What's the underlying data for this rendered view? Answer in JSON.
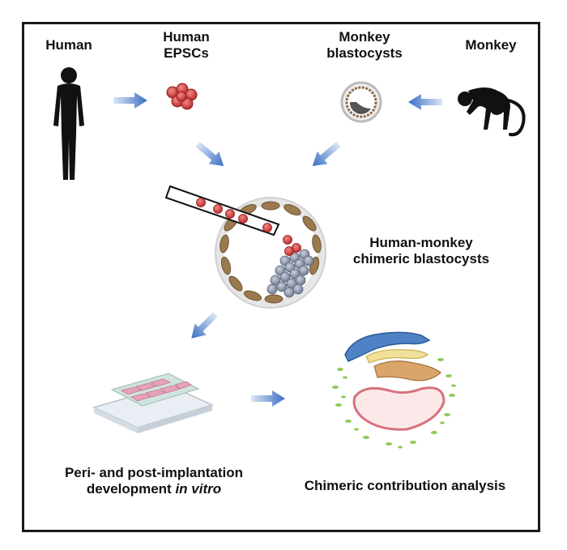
{
  "labels": {
    "human": "Human",
    "human_epscs_line1": "Human",
    "human_epscs_line2": "EPSCs",
    "monkey_blastocysts_line1": "Monkey",
    "monkey_blastocysts_line2": "blastocysts",
    "monkey": "Monkey",
    "chimeric_line1": "Human-monkey",
    "chimeric_line2": "chimeric blastocysts",
    "development_line1": "Peri- and post-implantation",
    "development_line2_prefix": "development ",
    "development_line2_italic": "in vitro",
    "contribution": "Chimeric contribution analysis"
  },
  "icons": {
    "human": "human-silhouette-icon",
    "monkey": "monkey-silhouette-icon",
    "epscs": "cell-cluster-icon",
    "blastocyst": "blastocyst-icon",
    "injection": "injection-pipette-icon",
    "culture_plate": "culture-plate-icon",
    "embryo": "embryo-section-icon"
  },
  "colors": {
    "cell_red": "#c9282c",
    "arrow_blue": "#3b6fc4",
    "trophoblast_brown": "#9a7a4e",
    "icm_grey": "#7f8aa0",
    "frame": "#1a1a1a"
  }
}
